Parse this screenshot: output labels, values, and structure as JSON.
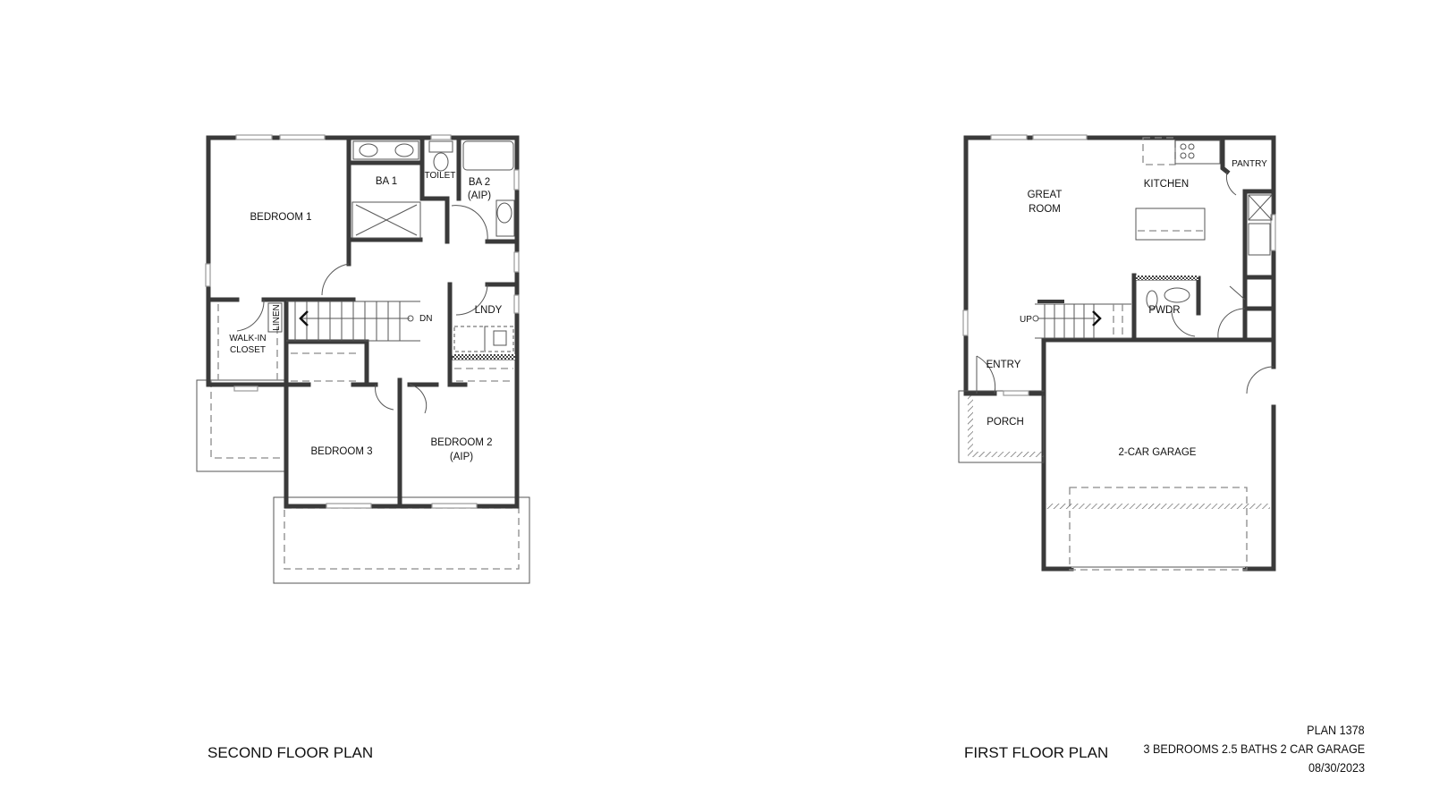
{
  "second_floor": {
    "title": "SECOND FLOOR PLAN",
    "rooms": {
      "bedroom1": "BEDROOM 1",
      "ba1": "BA 1",
      "toilet": "TOILET",
      "ba2_line1": "BA 2",
      "ba2_line2": "(AIP)",
      "lndy": "LNDY",
      "walkin_line1": "WALK-IN",
      "walkin_line2": "CLOSET",
      "linen": "LINEN",
      "bedroom3": "BEDROOM 3",
      "bedroom2_line1": "BEDROOM 2",
      "bedroom2_line2": "(AIP)",
      "stair_dn": "DN"
    }
  },
  "first_floor": {
    "title": "FIRST FLOOR PLAN",
    "rooms": {
      "great_room_line1": "GREAT",
      "great_room_line2": "ROOM",
      "kitchen": "KITCHEN",
      "pantry": "PANTRY",
      "pwdr": "PWDR",
      "entry": "ENTRY",
      "porch": "PORCH",
      "garage": "2-CAR GARAGE",
      "stair_up": "UP"
    }
  },
  "plan_info": {
    "plan_name": "PLAN 1378",
    "summary": "3 BEDROOMS 2.5 BATHS 2 CAR GARAGE",
    "date": "08/30/2023"
  }
}
